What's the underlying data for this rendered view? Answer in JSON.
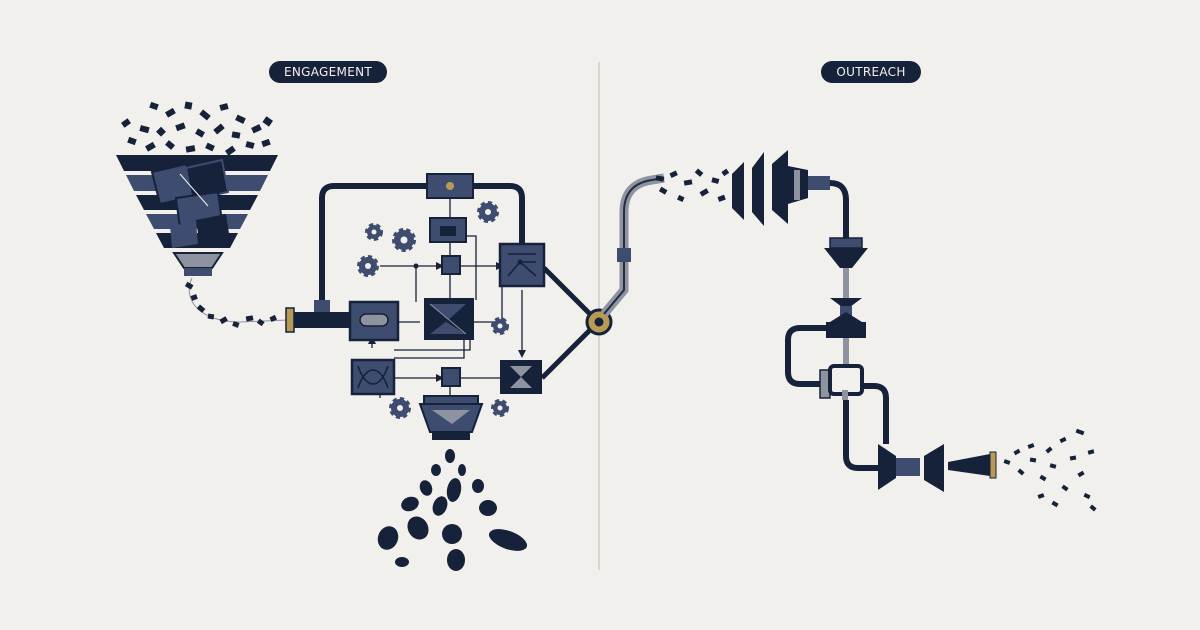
{
  "labels": {
    "left": "ENGAGEMENT",
    "right": "OUTREACH"
  },
  "colors": {
    "background": "#f1f0ec",
    "navy": "#16213a",
    "slate": "#3e4c6f",
    "gray": "#8e949f",
    "gold": "#b79b54",
    "divider": "#cfcdc7"
  },
  "icons": [
    "intake-funnel",
    "gear",
    "valve",
    "junction-ring",
    "megaphone",
    "diffuser-nozzle"
  ]
}
